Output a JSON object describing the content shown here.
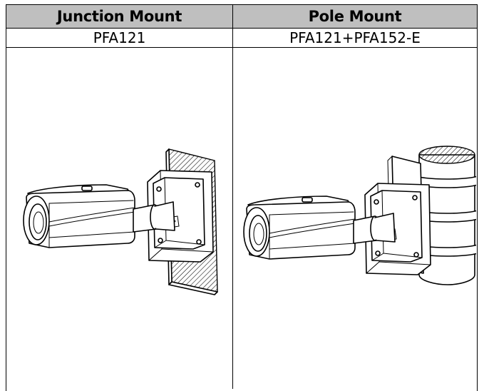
{
  "table": {
    "headers": [
      "Junction Mount",
      "Pole Mount"
    ],
    "models": [
      "PFA121",
      "PFA121+PFA152-E"
    ]
  },
  "figures": [
    {
      "icon": "junction-mount-camera-icon"
    },
    {
      "icon": "pole-mount-camera-icon"
    }
  ]
}
